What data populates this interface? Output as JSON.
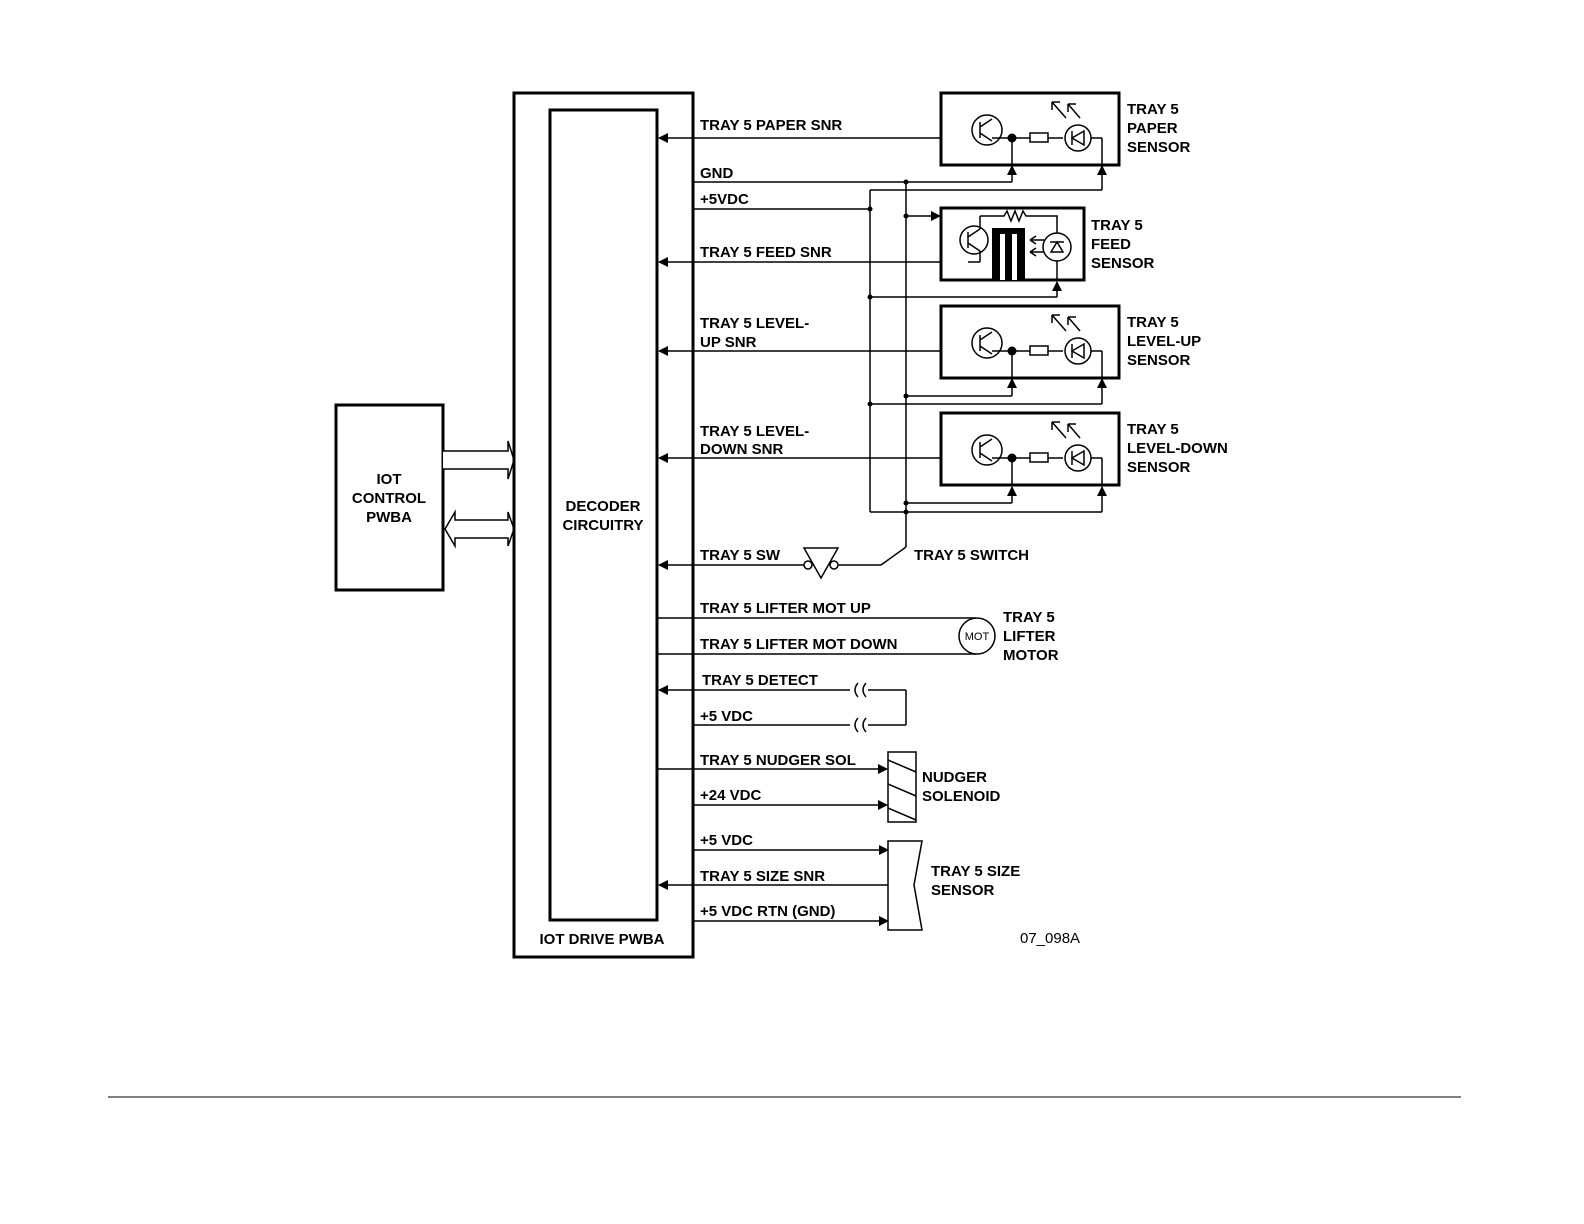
{
  "colors": {
    "ink": "#000000",
    "paper": "#ffffff"
  },
  "blocks": {
    "iot_control": [
      "IOT",
      "CONTROL",
      "PWBA"
    ],
    "decoder": [
      "DECODER",
      "CIRCUITRY"
    ],
    "iot_drive": "IOT DRIVE PWBA"
  },
  "signals": {
    "paper_snr": "TRAY 5 PAPER SNR",
    "gnd": "GND",
    "vdc5": "+5VDC",
    "feed_snr": "TRAY 5 FEED SNR",
    "levelup_snr": [
      "TRAY 5 LEVEL-",
      "UP SNR"
    ],
    "leveldown_snr": [
      "TRAY 5 LEVEL-",
      "DOWN SNR"
    ],
    "sw": "TRAY 5 SW",
    "lifter_up": "TRAY 5 LIFTER MOT UP",
    "lifter_down": "TRAY 5 LIFTER MOT DOWN",
    "detect": "TRAY 5 DETECT",
    "detect_vdc": "+5 VDC",
    "nudger_sol": "TRAY 5 NUDGER SOL",
    "vdc24": "+24 VDC",
    "size_vdc": "+5 VDC",
    "size_snr": "TRAY 5 SIZE SNR",
    "size_rtn": "+5 VDC RTN (GND)"
  },
  "components": {
    "paper_sensor": [
      "TRAY 5",
      "PAPER",
      "SENSOR"
    ],
    "feed_sensor": [
      "TRAY 5",
      "FEED",
      "SENSOR"
    ],
    "levelup_sensor": [
      "TRAY 5",
      "LEVEL-UP",
      "SENSOR"
    ],
    "leveldown_sensor": [
      "TRAY 5",
      "LEVEL-DOWN",
      "SENSOR"
    ],
    "switch": "TRAY 5 SWITCH",
    "motor": [
      "TRAY 5",
      "LIFTER",
      "MOTOR"
    ],
    "motor_symbol": "MOT",
    "nudger": [
      "NUDGER",
      "SOLENOID"
    ],
    "size_sensor": [
      "TRAY 5 SIZE",
      "SENSOR"
    ]
  },
  "figure_ref": "07_098A"
}
